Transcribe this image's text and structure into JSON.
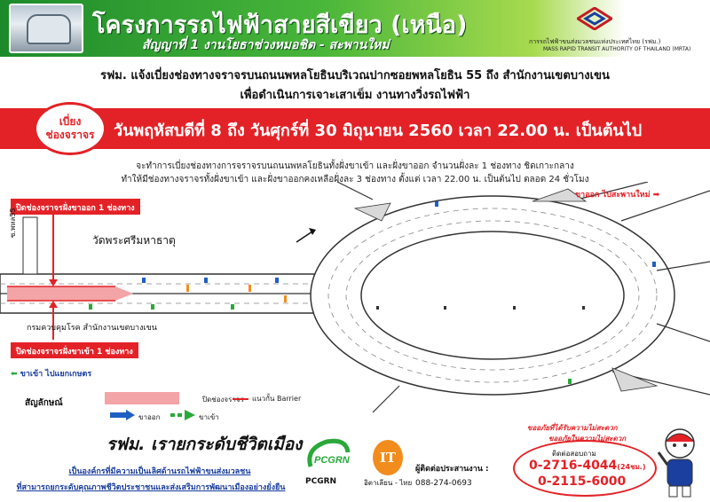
{
  "header": {
    "title": "โครงการรถไฟฟ้าสายสีเขียว (เหนือ)",
    "subtitle": "สัญญาที่ 1 งานโยธาช่วงหมอชิต - สะพานใหม่",
    "mrta_name_th": "การรถไฟฟ้าขนส่งมวลชนแห่งประเทศไทย (รฟม.)",
    "mrta_name_en": "MASS RAPID TRANSIT AUTHORITY OF THAILAND (MRTA)"
  },
  "notice": {
    "line1": "รฟม. แจ้งเบี่ยงช่องทางจราจรบนถนนพหลโยธินบริเวณปากซอยพหลโยธิน 55 ถึง สำนักงานเขตบางเขน",
    "line2": "เพื่อดำเนินการเจาะเสาเข็ม งานทางวิ่งรถไฟฟ้า"
  },
  "banner": {
    "badge_line1": "เบี่ยง",
    "badge_line2": "ช่องจราจร",
    "date_text": "วันพฤหัสบดีที่ 8 ถึง วันศุกร์ที่ 30 มิถุนายน 2560 เวลา 22.00 น. เป็นต้นไป"
  },
  "description": {
    "line1": "จะทำการเบี่ยงช่องทางการจราจรบนถนนพหลโยธินทั้งฝั่งขาเข้า และฝั่งขาออก จำนวนฝั่งละ 1 ช่องทาง ชิดเกาะกลาง",
    "line2": "ทำให้มีช่องทางจราจรทั้งฝั่งขาเข้า และฝั่งขาออกคงเหลือฝั่งละ 3 ช่องทาง ตั้งแต่ เวลา 22.00 น. เป็นต้นไป ตลอด 24 ชั่วโมง"
  },
  "map": {
    "closed_outbound_label": "ปิดช่องจราจรฝั่งขาออก 1 ช่องทาง",
    "closed_inbound_label": "ปิดช่องจราจรฝั่งขาเข้า 1 ช่องทาง",
    "outbound_direction": "ขาออก ไปสะพานใหม่",
    "inbound_direction": "ขาเข้า ไปแยกเกษตร",
    "temple": "วัดพระศรีมหาธาตุ",
    "offices": "กรมควบคุมโรค   สำนักงานเขตบางเขน",
    "soi": "ซ.พหล55"
  },
  "legend": {
    "title": "สัญลักษณ์",
    "closed_lane": "ปิดช่องจราจร",
    "barrier": "แนวกั้น Barrier",
    "outbound": "ขาออก",
    "inbound": "ขาเข้า"
  },
  "footer": {
    "slogan": "รฟม. เรายกระดับชีวิตเมือง",
    "org_line1": "เป็นองค์กรที่มีความเป็นเลิศด้านรถไฟฟ้าขนส่งมวลชน",
    "org_line2": "ที่สามารถยกระดับคุณภาพชีวิตประชาชนและส่งเสริมการพัฒนาเมืองอย่างยั่งยืน",
    "contractor1": "PCGRN",
    "contractor1_logo_text": "PCGRN",
    "contractor2": "อิตาเลียน - ไทย",
    "contractor2_logo_text": "IT",
    "coordinator_label": "ผู้ติดต่อประสานงาน :",
    "coordinator_phone": "088-274-0693",
    "apology_line1": "ขออภัยที่ได้รับความไม่สะดวก",
    "apology_line2": "ขออภัยในความไม่สะดวก",
    "contact_label": "ติดต่อสอบถาม",
    "phone1": "0-2716-4044",
    "phone1_suffix": "(24ชม.)",
    "phone2": "0-2115-6000"
  },
  "colors": {
    "brand_green": "#1c8a2a",
    "banner_red": "#e32227",
    "closed_lane_pink": "#f3a4a6",
    "outbound_blue": "#1f5fc4",
    "inbound_green": "#2aa83a"
  }
}
